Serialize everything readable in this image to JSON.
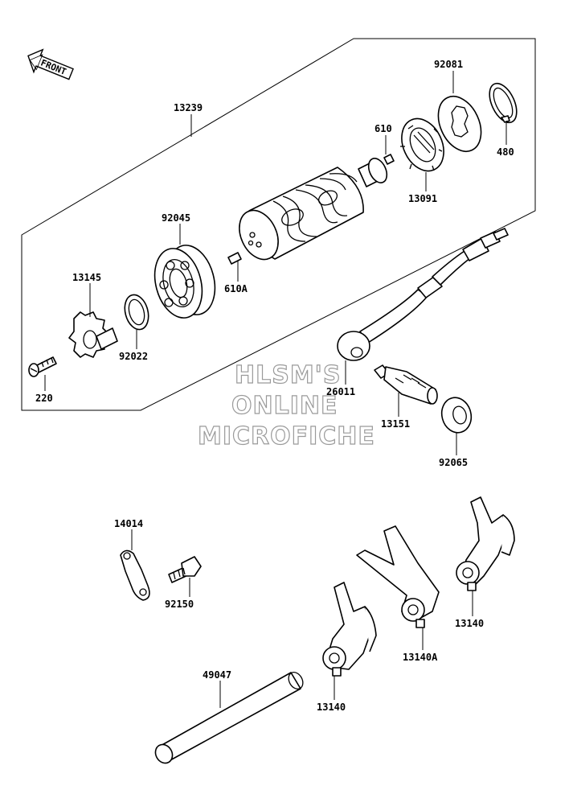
{
  "diagram": {
    "front_label": "FRONT",
    "watermark": [
      "HLSM'S",
      "ONLINE",
      "MICROFICHE"
    ],
    "parts": {
      "p13239": "13239",
      "p92081": "92081",
      "p610": "610",
      "p480": "480",
      "p13091": "13091",
      "p92045": "92045",
      "p610A": "610A",
      "p13145": "13145",
      "p92022": "92022",
      "p220": "220",
      "p26011": "26011",
      "p13151": "13151",
      "p92065": "92065",
      "p14014": "14014",
      "p92150": "92150",
      "p13140_right": "13140",
      "p13140A": "13140A",
      "p13140_bottom": "13140",
      "p49047": "49047"
    }
  }
}
